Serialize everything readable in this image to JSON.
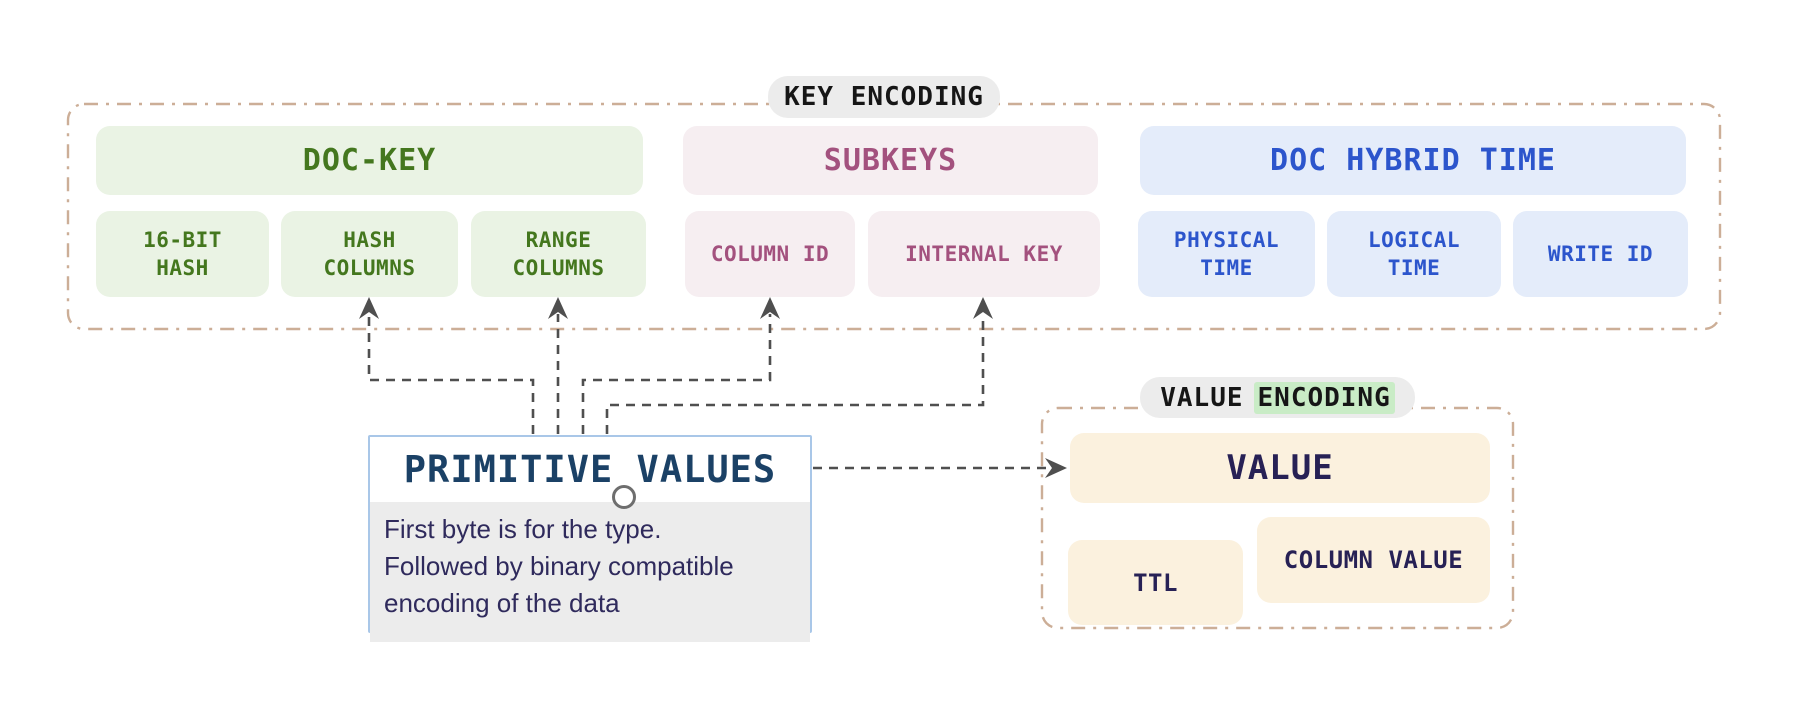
{
  "key_encoding": {
    "label": "KEY ENCODING",
    "doc_key": {
      "title": "DOC-KEY",
      "children": [
        {
          "lines": [
            "16-BIT",
            "HASH"
          ]
        },
        {
          "lines": [
            "HASH",
            "COLUMNS"
          ]
        },
        {
          "lines": [
            "RANGE",
            "COLUMNS"
          ]
        }
      ]
    },
    "subkeys": {
      "title": "SUBKEYS",
      "children": [
        {
          "lines": [
            "COLUMN ID"
          ]
        },
        {
          "lines": [
            "INTERNAL KEY"
          ]
        }
      ]
    },
    "doc_hybrid_time": {
      "title": "DOC HYBRID TIME",
      "children": [
        {
          "lines": [
            "PHYSICAL",
            "TIME"
          ]
        },
        {
          "lines": [
            "LOGICAL",
            "TIME"
          ]
        },
        {
          "lines": [
            "WRITE ID"
          ]
        }
      ]
    }
  },
  "primitive_values": {
    "title": "PRIMITIVE VALUES",
    "description_lines": [
      "First byte is for the type.",
      "Followed by binary compatible",
      "encoding of the data"
    ]
  },
  "value_encoding": {
    "label_prefix": "VALUE",
    "label_highlight": "ENCODING",
    "value_box": "VALUE",
    "ttl_box": "TTL",
    "column_value_box": "COLUMN VALUE"
  },
  "colors": {
    "container_dash": "#ccae97",
    "arrow": "#4f4f4f",
    "green_bg": "#eaf3e4",
    "green_text": "#44771e",
    "pink_bg": "#f6eef1",
    "pink_text": "#a3517e",
    "blue_bg": "#e4ecfa",
    "blue_text": "#2c55cc",
    "cream_bg": "#fbf1de",
    "cream_text": "#272155",
    "label_pill_bg": "#ececec",
    "label_highlight_bg": "#c9ecc6",
    "selected_node_border": "#a9c7e8"
  }
}
